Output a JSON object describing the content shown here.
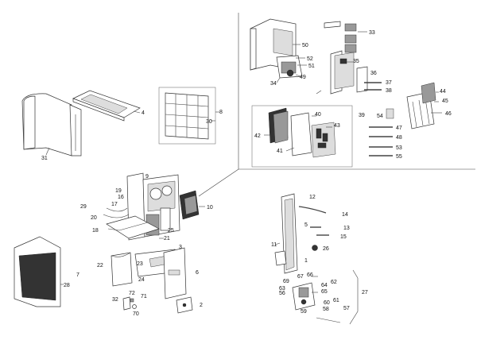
{
  "callouts": {
    "c1": "1",
    "c2": "2",
    "c3": "3",
    "c4": "4",
    "c5": "5",
    "c6": "6",
    "c7": "7",
    "c8": "8",
    "c9": "9",
    "c10": "10",
    "c11": "11",
    "c12": "12",
    "c13": "13",
    "c14": "14",
    "c15": "15",
    "c16": "16",
    "c17": "17",
    "c18": "18",
    "c19": "19",
    "c20": "20",
    "c21": "21",
    "c22": "22",
    "c23": "23",
    "c24": "24",
    "c25": "25",
    "c26": "26",
    "c27": "27",
    "c28": "28",
    "c29": "29",
    "c30": "30",
    "c31": "31",
    "c32": "32",
    "c33": "33",
    "c34": "34",
    "c35": "35",
    "c36": "36",
    "c37": "37",
    "c38": "38",
    "c39": "39",
    "c40": "40",
    "c41": "41",
    "c42": "42",
    "c43": "43",
    "c44": "44",
    "c45": "45",
    "c46": "46",
    "c47": "47",
    "c48": "48",
    "c49": "49",
    "c50": "50",
    "c51": "51",
    "c52": "52",
    "c53": "53",
    "c54": "54",
    "c55": "55",
    "c56": "56",
    "c57": "57",
    "c58": "58",
    "c59": "59",
    "c60": "60",
    "c61": "61",
    "c62": "62",
    "c63": "63",
    "c64": "64",
    "c65": "65",
    "c66": "66",
    "c67": "67",
    "c69": "69",
    "c70": "70",
    "c71": "71",
    "c72": "72"
  }
}
